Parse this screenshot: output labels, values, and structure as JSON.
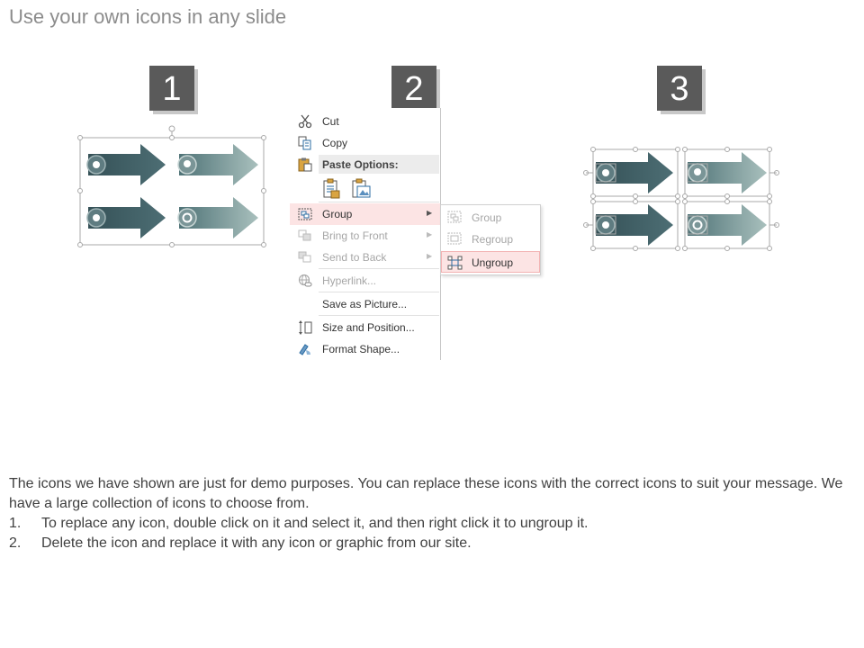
{
  "title": "Use your own icons in any slide",
  "steps": [
    "1",
    "2",
    "3"
  ],
  "context_menu": {
    "items": [
      {
        "label": "Cut",
        "icon": "scissors-icon"
      },
      {
        "label": "Copy",
        "icon": "copy-icon"
      },
      {
        "label": "Paste Options:",
        "icon": "paste-icon"
      },
      {
        "label": "Group",
        "icon": "group-icon"
      },
      {
        "label": "Bring to Front",
        "icon": "bring-to-front-icon"
      },
      {
        "label": "Send to Back",
        "icon": "send-to-back-icon"
      },
      {
        "label": "Hyperlink...",
        "icon": "hyperlink-icon"
      },
      {
        "label": "Save as Picture...",
        "icon": ""
      },
      {
        "label": "Size and Position...",
        "icon": "size-position-icon"
      },
      {
        "label": "Format Shape...",
        "icon": "format-shape-icon"
      }
    ],
    "highlighted": "Group"
  },
  "submenu": {
    "items": [
      {
        "label": "Group",
        "enabled": false
      },
      {
        "label": "Regroup",
        "enabled": false
      },
      {
        "label": "Ungroup",
        "enabled": true
      }
    ],
    "highlighted": "Ungroup"
  },
  "body": {
    "intro": "The icons we have shown are just for demo purposes. You can replace these icons with the correct icons to suit your message. We have a large collection of icons to choose from.",
    "list": [
      {
        "num": "1.",
        "text": "To replace any icon, double click on it and select it, and then right click it to ungroup it."
      },
      {
        "num": "2.",
        "text": "Delete the icon and replace it with any icon or graphic from our site."
      }
    ]
  },
  "colors": {
    "arrow_dark": "#3d5a61",
    "arrow_light": "#9eb6b4",
    "step_box": "#5a5a5a",
    "highlight": "#fce4e4",
    "text": "#404040"
  }
}
